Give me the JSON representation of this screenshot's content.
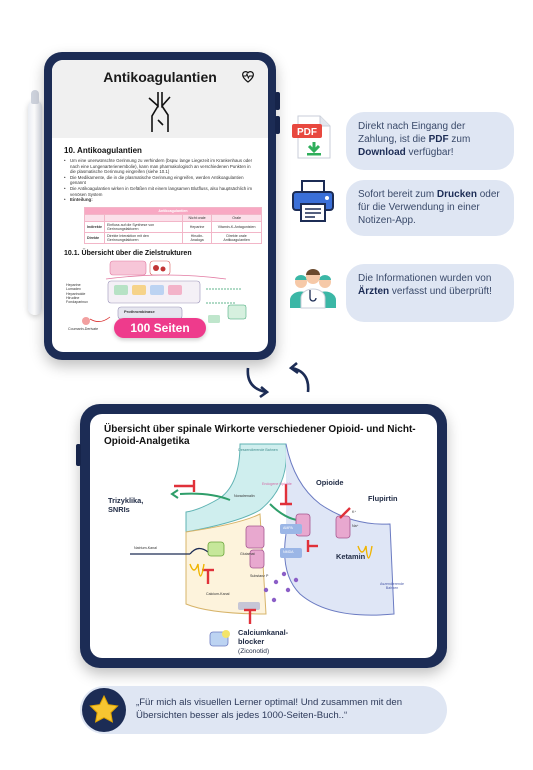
{
  "document": {
    "title": "Antikoagulantien",
    "section1_heading": "10. Antikoagulantien",
    "bullets": [
      "Um eine unerwünschte Gerinnung zu verhindern (bspw. lange Liegezeit im Krankenhaus oder nach eine Lungenarterienembolie), kann man pharmakologisch an verschiedenen Punkten in die plasmatische Gerinnung eingreifen (siehe 10.1)",
      "Die Medikamente, die in die plasmatische Gerinnung eingreifen, werden Antikoagulantien genannt",
      "Die Antikoagulantien wirken in Gefäßen mit einem langsamen Blutfluss, also hauptsächlich im venösen System",
      "Einteilung:"
    ],
    "table": {
      "header": "Antikoagulantien",
      "subheaders": [
        "",
        "",
        "Nicht orale",
        "Orale"
      ],
      "rows": [
        [
          "Indirekte",
          "Einfluss auf die Synthese von Gerinnungsfaktoren",
          "Heparine",
          "Vitamin-K-Antagonisten"
        ],
        [
          "Direkte",
          "Direkte Interaktion mit den Gerinnungsfaktoren",
          "Hirudin-Analoga",
          "Direkte orale Antikoagulantien"
        ]
      ]
    },
    "section2_heading": "10.1. Übersicht über die Zielstrukturen",
    "diagram_labels": [
      "Heparine",
      "Lumadex",
      "Heparinoide",
      "Hirudine",
      "Fondaparinux",
      "Prothrombinase",
      "Coumarin-Derivate"
    ],
    "pages_badge": "100 Seiten"
  },
  "features": [
    {
      "icon": "pdf-download-icon",
      "pre": "Direkt nach Eingang der Zahlung, ist die ",
      "bold1": "PDF",
      "mid": " zum ",
      "bold2": "Download",
      "post": " verfügbar!"
    },
    {
      "icon": "printer-icon",
      "pre": "Sofort bereit zum ",
      "bold1": "Drucken",
      "mid": "",
      "bold2": "",
      "post": " oder für die Verwendung in einer Notizen-App."
    },
    {
      "icon": "doctors-icon",
      "pre": "Die Informationen wurden von ",
      "bold1": "Ärzten",
      "mid": "",
      "bold2": "",
      "post": " verfasst und überprüft!"
    }
  ],
  "pdf_icon_label": "PDF",
  "overview": {
    "title": "Übersicht über spinale Wirkorte verschiedener Opioid- und Nicht-Opioid-Analgetika",
    "labels": {
      "trizyklika": "Trizyklika, SNRIs",
      "opioide": "Opioide",
      "flupirtin": "Flupirtin",
      "ketamin": "Ketamin",
      "calcium_blocker": "Calciumkanal-blocker",
      "ziconotid": "(Ziconotid)",
      "deszendierende": "Deszendierende Bahnen",
      "aszendierende": "Aszendierende Bahnen",
      "endogene": "Endogene Opioide",
      "noradrenalin": "Noradrenalin",
      "glutamat": "Glutamat",
      "substanz_p": "Substanz P",
      "calcium_kanal": "Calcium-Kanal",
      "ampa": "AMPA",
      "nmda": "NMDA",
      "k_plus": "K⁺",
      "na_plus": "Na⁺",
      "natrium_kanal": "Natrium-Kanal"
    }
  },
  "testimonial": {
    "text": "„Für mich als visuellen Lerner optimal! Und zusammen mit den Übersichten besser als jedes 1000-Seiten-Buch..“"
  },
  "colors": {
    "navy": "#1c2c55",
    "pink": "#ee3b8c",
    "light_blue": "#dfe6f3",
    "red": "#e0313a"
  }
}
